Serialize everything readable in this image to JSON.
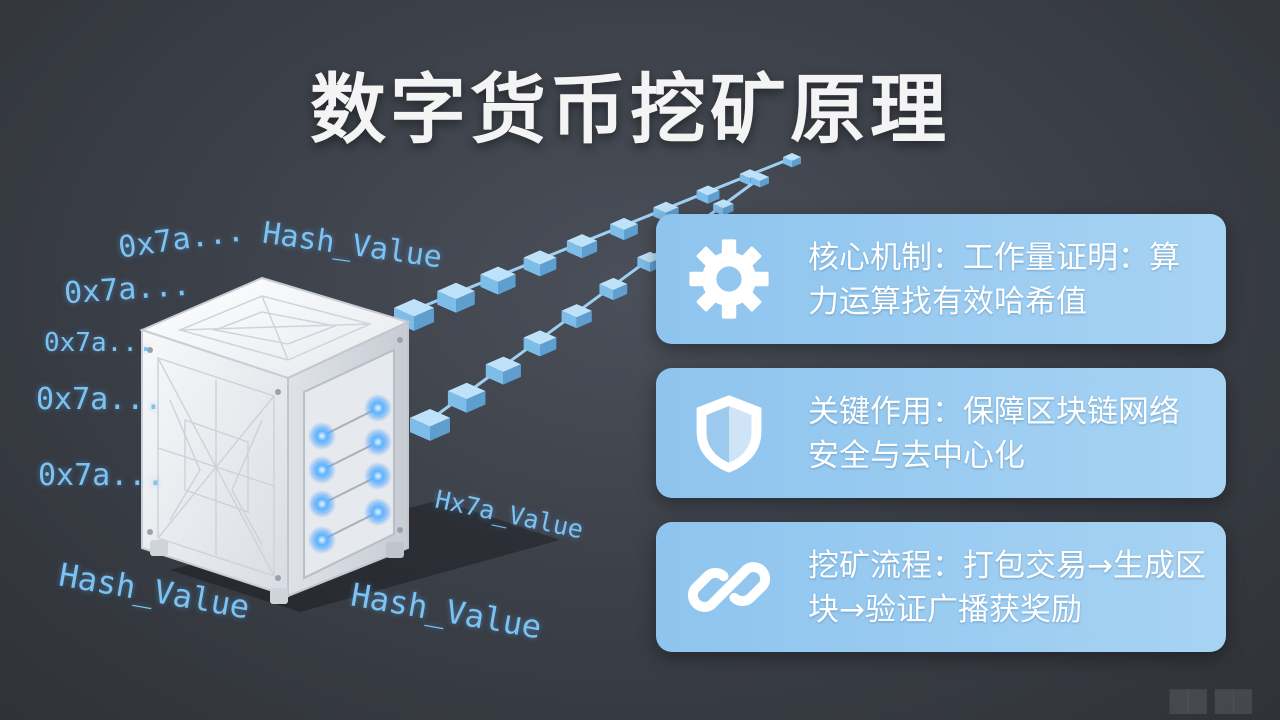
{
  "title": "数字货币挖矿原理",
  "hash_labels": {
    "left_1": "0x7a...",
    "left_2": "0x7a...",
    "left_3": "0x7a...",
    "left_4": "0x7a...",
    "left_5": "0x7a...",
    "top": "Hash_Value",
    "middle_right": "Hx7a_Value",
    "bottom_left": "Hash_Value",
    "bottom_right": "Hash_Value"
  },
  "cards": [
    {
      "icon": "gear-icon",
      "text": "核心机制：工作量证明：算力运算找有效哈希值"
    },
    {
      "icon": "shield-icon",
      "text": "关键作用：保障区块链网络安全与去中心化"
    },
    {
      "icon": "chain-link-icon",
      "text": "挖矿流程：打包交易→生成区块→验证广播获奖励"
    }
  ],
  "colors": {
    "background": "#3a3e46",
    "card": "#9bcbf0",
    "hash_text": "#7cc3f2",
    "chain_block": "#7fbde9",
    "led": "#4aa8ff"
  }
}
